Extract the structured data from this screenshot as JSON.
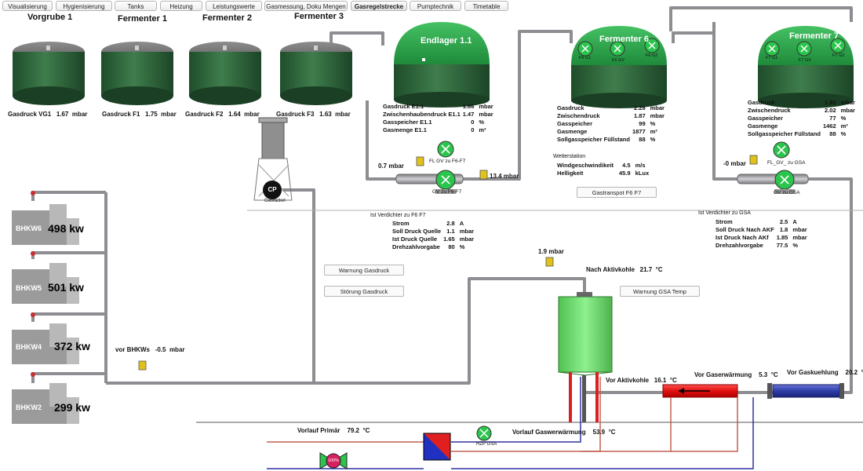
{
  "tabs": [
    {
      "label": "Visualisierung"
    },
    {
      "label": "Hygienisierung"
    },
    {
      "label": "Tanks"
    },
    {
      "label": "Heizung"
    },
    {
      "label": "Leistungswerte"
    },
    {
      "label": "Gasmessung, Doku Mengen"
    },
    {
      "label": "Gasregelstrecke",
      "active": true
    },
    {
      "label": "Pumptechnik"
    },
    {
      "label": "Timetable"
    }
  ],
  "tanks": [
    {
      "name": "Vorgrube 1",
      "pressure_label": "Gasdruck VG1",
      "pressure": "1.67",
      "unit": "mbar"
    },
    {
      "name": "Fermenter 1",
      "pressure_label": "Gasdruck F1",
      "pressure": "1.75",
      "unit": "mbar"
    },
    {
      "name": "Fermenter 2",
      "pressure_label": "Gasdruck F2",
      "pressure": "1.64",
      "unit": "mbar"
    },
    {
      "name": "Fermenter 3",
      "pressure_label": "Gasdruck F3",
      "pressure": "1.63",
      "unit": "mbar"
    }
  ],
  "domes": {
    "endlager": {
      "name": "Endlager 1.1"
    },
    "f6": {
      "name": "Fermenter 6",
      "fans": [
        "F6 G1",
        "F6 GV",
        "F6 G2"
      ]
    },
    "f7": {
      "name": "Fermenter 7",
      "fans": [
        "F7 G1",
        "F7 GV",
        "F7 G2"
      ]
    }
  },
  "endlager_params": [
    {
      "label": "Gasdruck E1.1",
      "value": "1.66",
      "unit": "mbar"
    },
    {
      "label": "Zwischenhaubendruck E1.1",
      "value": "1.47",
      "unit": "mbar"
    },
    {
      "label": "Gasspeicher E1.1",
      "value": "0",
      "unit": "%"
    },
    {
      "label": "Gasmenge E1.1",
      "value": "0",
      "unit": "m³"
    }
  ],
  "f6_params": [
    {
      "label": "Gasdruck",
      "value": "2.28",
      "unit": "mbar"
    },
    {
      "label": "Zwischendruck",
      "value": "1.87",
      "unit": "mbar"
    },
    {
      "label": "Gasspeicher",
      "value": "99",
      "unit": "%"
    },
    {
      "label": "Gasmenge",
      "value": "1877",
      "unit": "m³"
    },
    {
      "label": "Sollgasspeicher Füllstand",
      "value": "88",
      "unit": "%"
    }
  ],
  "f7_params": [
    {
      "label": "Gasdruck",
      "value": "1.91",
      "unit": "mbar"
    },
    {
      "label": "Zwischendruck",
      "value": "2.02",
      "unit": "mbar"
    },
    {
      "label": "Gasspeicher",
      "value": "77",
      "unit": "%"
    },
    {
      "label": "Gasmenge",
      "value": "1462",
      "unit": "m³"
    },
    {
      "label": "Sollgasspeicher Füllstand",
      "value": "88",
      "unit": "%"
    }
  ],
  "weather": {
    "title": "Wetterstation",
    "rows": [
      {
        "label": "Windgeschwindikeit",
        "value": "4.5",
        "unit": "m/s"
      },
      {
        "label": "Helligkeit",
        "value": "45.9",
        "unit": "kLux"
      }
    ]
  },
  "blower_f6": {
    "fan_label": "FL GV zu F6-F7",
    "pump_label": "GV zu F6-F7",
    "pressure_in": "0.7 mbar",
    "pressure_out": "13.4 mbar",
    "verdichter_title": "Ist Verdichter zu F6 F7",
    "rows": [
      {
        "label": "Strom",
        "value": "2.8",
        "unit": "A"
      },
      {
        "label": "Soll Druck Quelle",
        "value": "1.1",
        "unit": "mbar"
      },
      {
        "label": "Ist Druck Quelle",
        "value": "1.65",
        "unit": "mbar"
      },
      {
        "label": "Drehzahlvorgabe",
        "value": "80",
        "unit": "%"
      }
    ]
  },
  "blower_gsa": {
    "fan_label": "FL_GV_ zu GSA",
    "pump_label": "GV zu GSA",
    "pressure_in": "-0  mbar",
    "verdichter_title": "Ist Verdichter zu GSA",
    "rows": [
      {
        "label": "Strom",
        "value": "2.5",
        "unit": "A"
      },
      {
        "label": "Soll Druck Nach AKF",
        "value": "1.8",
        "unit": "mbar"
      },
      {
        "label": "Ist Druck Nach AKf",
        "value": "1.85",
        "unit": "mbar"
      },
      {
        "label": "Drehzahlvorgabe",
        "value": "77.5",
        "unit": "%"
      }
    ]
  },
  "buttons": {
    "gastransport": "Gastranspot F6 F7",
    "warnung_gasdruck": "Warnung Gasdruck",
    "stoerung_gasdruck": "Störung Gasdruck",
    "warnung_gsa_temp": "Warnung GSA Temp"
  },
  "gasfackel": {
    "label": "Gasfackel",
    "pump": "CP"
  },
  "bhkws": [
    {
      "name": "BHKW6",
      "power": "498",
      "unit": "kw"
    },
    {
      "name": "BHKW5",
      "power": "501",
      "unit": "kw"
    },
    {
      "name": "BHKW4",
      "power": "372",
      "unit": "kw"
    },
    {
      "name": "BHKW2",
      "power": "299",
      "unit": "kw"
    }
  ],
  "vor_bhkws": {
    "label": "vor BHKWs",
    "value": "-0.5",
    "unit": "mbar"
  },
  "aktivkohle": {
    "pressure": "1.9  mbar",
    "nach_label": "Nach Aktivkohle",
    "nach_value": "21.7",
    "nach_unit": "°C",
    "vor_label": "Vor Aktivkohle",
    "vor_value": "16.1",
    "vor_unit": "°C"
  },
  "gaserwaermung": {
    "label": "Vor Gaserwärmung",
    "value": "5.3",
    "unit": "°C"
  },
  "gaskuehlung": {
    "label": "Vor Gaskuehlung",
    "value": "20.2",
    "unit": "°C"
  },
  "vorlauf_primaer": {
    "label": "Vorlauf Primär",
    "value": "79.2",
    "unit": "°C"
  },
  "vorlauf_gaswaermung": {
    "label": "Vorlauf Gaswerwärmung",
    "value": "53.9",
    "unit": "°C"
  },
  "hzp": {
    "label": "HZP GSA"
  },
  "valve": {
    "value": "100%"
  },
  "colors": {
    "tank_green": "#2e6b3a",
    "dome_green": "#27a34a",
    "pipe": "#9a9aa0",
    "fan_green": "#2bc44c",
    "heater_red": "#e02020",
    "cooler_blue": "#3344aa",
    "return_red": "#c06050",
    "supply_blue": "#3030a0"
  }
}
